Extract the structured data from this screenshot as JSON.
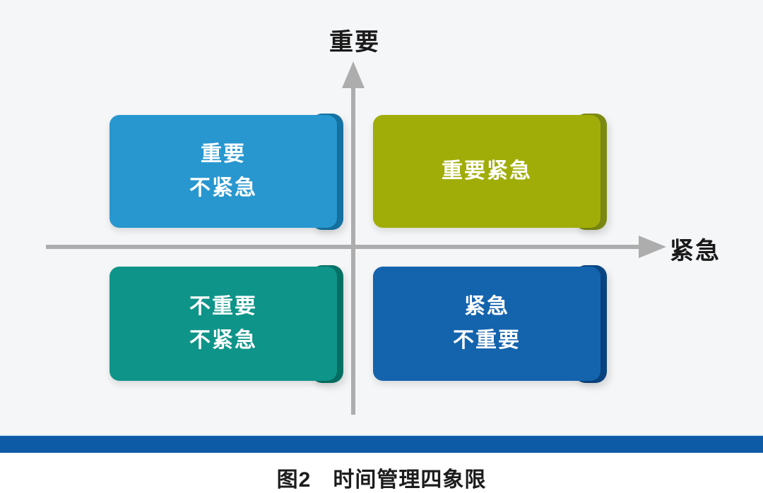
{
  "figure": {
    "type": "quadrant-diagram",
    "caption": "图2　时间管理四象限"
  },
  "axes": {
    "y_label": "重要",
    "x_label": "紧急",
    "color": "#adadad"
  },
  "quadrants": [
    {
      "id": "important-not-urgent",
      "lines": [
        "重要",
        "不紧急"
      ],
      "color": "#2897cf",
      "edge_color": "#1573a3"
    },
    {
      "id": "important-urgent",
      "lines": [
        "重要紧急"
      ],
      "color": "#a0ad09",
      "edge_color": "#7c8b12"
    },
    {
      "id": "not-important-not-urgent",
      "lines": [
        "不重要",
        "不紧急"
      ],
      "color": "#0e9489",
      "edge_color": "#067165"
    },
    {
      "id": "urgent-not-important",
      "lines": [
        "紧急",
        "不重要"
      ],
      "color": "#1463ad",
      "edge_color": "#0a4583"
    }
  ],
  "divider": {
    "color": "#0d5ba7"
  }
}
